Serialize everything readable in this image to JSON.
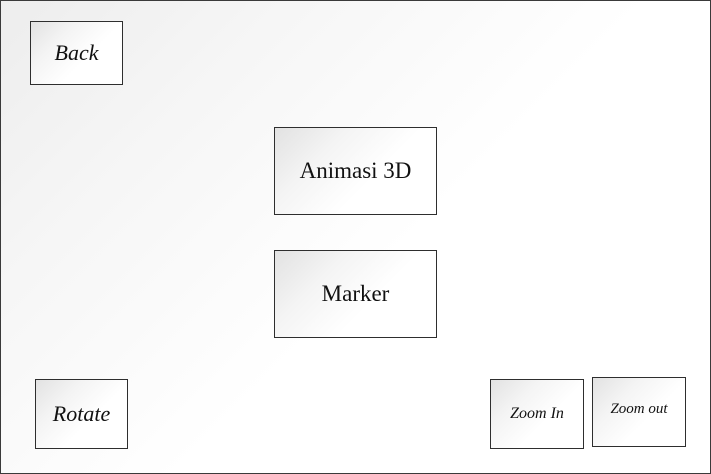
{
  "buttons": {
    "back": "Back",
    "animasi_3d": "Animasi 3D",
    "marker": "Marker",
    "rotate": "Rotate",
    "zoom_in": "Zoom In",
    "zoom_out": "Zoom out"
  }
}
